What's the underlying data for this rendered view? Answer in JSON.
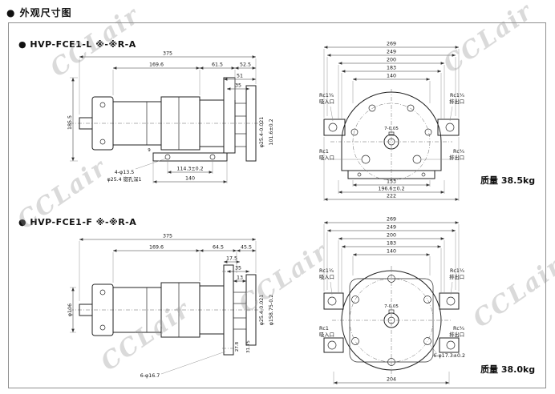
{
  "page_title": "● 外观尺寸图",
  "watermark": "CCLair",
  "s1": {
    "title": "● HVP-FCE1-L ※-※R-A",
    "weight": "质量 38.5kg",
    "side": {
      "overall": "375",
      "len1": "169.6",
      "len2": "61.5",
      "len3": "52.5",
      "len4": "51",
      "len5": "35",
      "height": "185.5",
      "shaft_dia": "φ25.4-0.021",
      "port_h": "101.6±0.2",
      "dim9": "9",
      "foot_pitch": "114.3±0.2",
      "foot_len": "140",
      "holes_note1": "4-φ13.5",
      "holes_note2": "φ25.4 锪孔深1"
    },
    "front": {
      "w1": "269",
      "w2": "249",
      "w3": "200",
      "w4": "183",
      "w5": "140",
      "key": "7-0.05",
      "port_tl_a": "Rc1¼",
      "port_tl_b": "吸入口",
      "port_tr_a": "Rc1¼",
      "port_tr_b": "排出口",
      "port_bl_a": "Rc1",
      "port_bl_b": "吸入口",
      "port_br_a": "Rc¾",
      "port_br_b": "排出口",
      "b1": "153",
      "b2": "196.6±0.2",
      "b3": "222"
    }
  },
  "s2": {
    "title": "● HVP-FCE1-F ※-※R-A",
    "weight": "质量 38.0kg",
    "side": {
      "overall": "375",
      "len1": "169.6",
      "len2": "64.5",
      "len3": "45.5",
      "len4": "17.5",
      "len5": "35",
      "len6": "13",
      "body_dia": "φ106",
      "shaft_dia": "φ25.4-0.021",
      "pilot_dia": "φ158.75-0.2",
      "dim27": "27.8",
      "dim31": "31.75",
      "holes_note": "6-φ16.7"
    },
    "front": {
      "w1": "269",
      "w2": "249",
      "w3": "200",
      "w4": "183",
      "w5": "140",
      "key": "7-0.05",
      "port_tl_a": "Rc1¼",
      "port_tl_b": "吸入口",
      "port_tr_a": "Rc1¼",
      "port_tr_b": "排出口",
      "port_bl_a": "Rc1",
      "port_bl_b": "吸入口",
      "port_br_a": "Rc¾",
      "port_br_b": "排出口",
      "holes_note": "6-φ17.3±0.2",
      "b1": "204"
    }
  }
}
